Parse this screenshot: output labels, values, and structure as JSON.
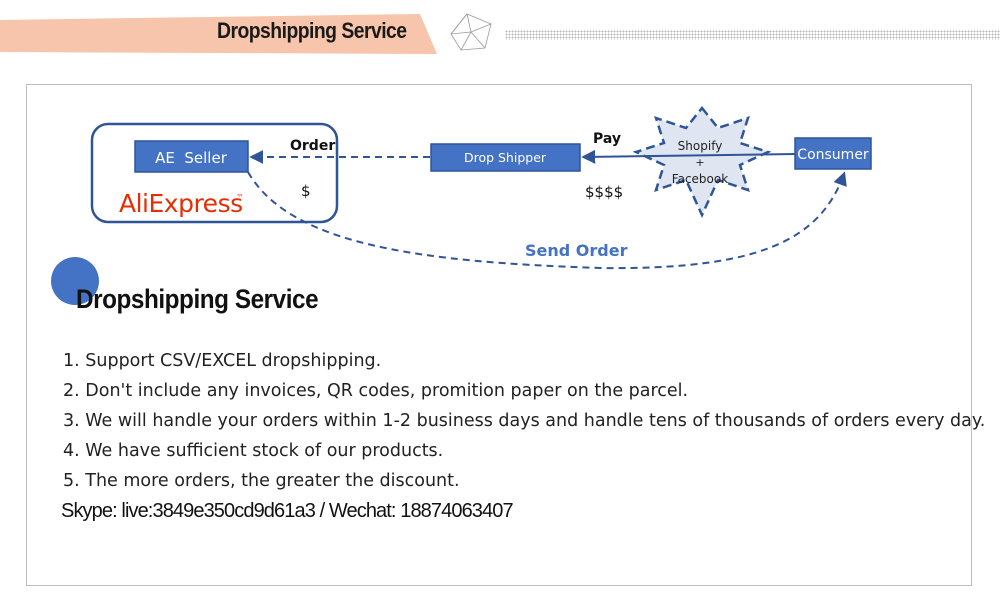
{
  "header": {
    "title": "Dropshipping Service"
  },
  "diagram": {
    "ae_seller": "AE  Seller",
    "aliexpress_logo": "AliExpress",
    "order_label": "Order",
    "dollar_label": "$",
    "drop_shipper": "Drop Shipper",
    "pay_label": "Pay",
    "dollars_label": "$$$$",
    "platform_line1": "Shopify",
    "platform_plus": "+",
    "platform_line2": "Facebook",
    "consumer": "Consumer",
    "send_order_label": "Send Order"
  },
  "section": {
    "title": "Dropshipping Service"
  },
  "points": [
    "1. Support CSV/EXCEL dropshipping.",
    "2. Don't include any invoices, QR codes, promition paper on the parcel.",
    "3. We will handle your orders within 1-2 business days and handle tens of thousands of orders every day.",
    "4. We have sufficient stock of our products.",
    "5. The more orders, the greater the discount."
  ],
  "contact": "Skype: live:3849e350cd9d61a3 / Wechat: 18874063407",
  "colors": {
    "accent_blue": "#4472c4",
    "dashed_blue": "#2f5597",
    "header_band": "#f7c4ac",
    "aliexpress_red": "#e62e04",
    "aliexpress_orange": "#f7931e"
  }
}
